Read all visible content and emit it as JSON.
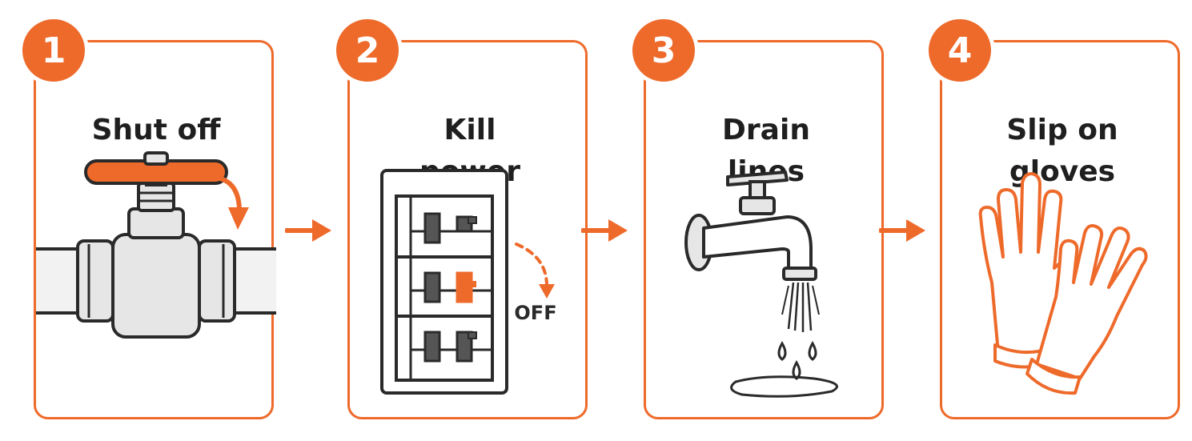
{
  "colors": {
    "accent": "#ee6a2b",
    "ink": "#2a2a2a",
    "metal": "#e6e6e6"
  },
  "steps": [
    {
      "number": "1",
      "title": "Shut off\nvalve",
      "icon": "valve-icon"
    },
    {
      "number": "2",
      "title": "Kill\npower",
      "icon": "breaker-panel-icon",
      "annotation": "OFF"
    },
    {
      "number": "3",
      "title": "Drain\nlines",
      "icon": "faucet-icon"
    },
    {
      "number": "4",
      "title": "Slip on\ngloves",
      "icon": "gloves-icon"
    }
  ]
}
